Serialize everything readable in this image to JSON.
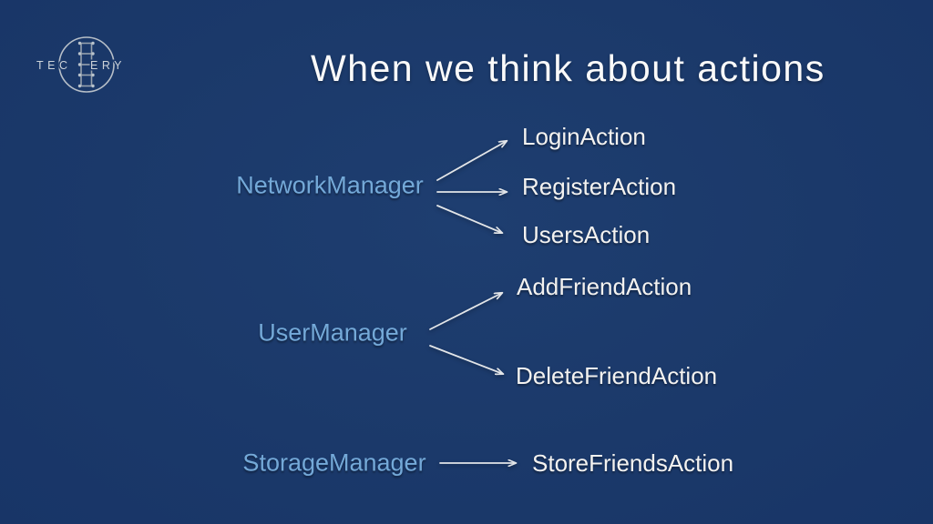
{
  "logo": {
    "brand": "TECHERY",
    "left": "TEC",
    "right": "ERY"
  },
  "title": "When we think about actions",
  "diagram": {
    "groups": [
      {
        "manager": "NetworkManager",
        "actions": [
          "LoginAction",
          "RegisterAction",
          "UsersAction"
        ]
      },
      {
        "manager": "UserManager",
        "actions": [
          "AddFriendAction",
          "DeleteFriendAction"
        ]
      },
      {
        "manager": "StorageManager",
        "actions": [
          "StoreFriendsAction"
        ]
      }
    ]
  },
  "colors": {
    "background": "#1b396a",
    "title_text": "#fafafa",
    "manager_text": "#74a9d8",
    "action_text": "#f3f2f0",
    "arrow": "#e2e5e8",
    "logo_silver": "#ccd2d9"
  }
}
